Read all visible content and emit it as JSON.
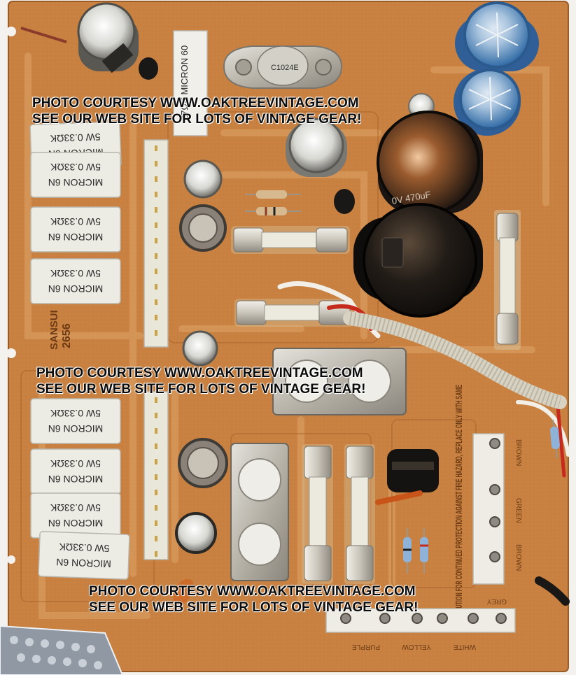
{
  "colors": {
    "board": "#c9813f",
    "board_dark": "#a3602a",
    "trace": "#d89a5a",
    "resistor_body": "#ecebe4",
    "capacitor_blue": "#3f7fbf",
    "capacitor_black": "#1c1a18",
    "metal": "#b9b6ad",
    "connector": "#e8e6dc"
  },
  "watermarks": [
    {
      "line1": "PHOTO COURTESY WWW.OAKTREEVINTAGE.COM",
      "line2": "SEE OUR WEB SITE FOR LOTS OF VINTAGE GEAR!"
    },
    {
      "line1": "PHOTO COURTESY WWW.OAKTREEVINTAGE.COM",
      "line2": "SEE OUR WEB SITE FOR LOTS OF VINTAGE GEAR!"
    },
    {
      "line1": "PHOTO COURTESY WWW.OAKTREEVINTAGE.COM",
      "line2": "SEE OUR WEB SITE FOR LOTS OF VINTAGE GEAR!"
    }
  ],
  "board": {
    "brand": "SANSUI",
    "part_number": "2656",
    "caution": "CAUTION FOR CONTINUED PROTECTION AGAINST FIRE HAZARD, REPLACE ONLY WITH SAME",
    "wire_colors": [
      "PURPLE",
      "YELLOW",
      "WHITE",
      "GREY",
      "BROWN",
      "GREEN",
      "BROWN"
    ],
    "big_cap_label": "0V 470uF",
    "transistor_label": "C1024E",
    "top_resistor_label": "27ΩK MICRON 60",
    "resistors": [
      {
        "line1": "5W 0.33ΩK",
        "line2": "MICRON 6N"
      },
      {
        "line1": "5W 0.33ΩK",
        "line2": "MICRON 6N"
      },
      {
        "line1": "5W 0.33ΩK",
        "line2": "MICRON 6N"
      },
      {
        "line1": "5W 0.33ΩK",
        "line2": "MICRON 6N"
      },
      {
        "line1": "5W 0.33ΩK",
        "line2": "MICRON 6N"
      },
      {
        "line1": "5W 0.33ΩK",
        "line2": "MICRON 6N"
      },
      {
        "line1": "5W 0.33ΩK",
        "line2": "MICRON 6N"
      },
      {
        "line1": "5W 0.33ΩK",
        "line2": "MICRON 6N"
      }
    ]
  }
}
